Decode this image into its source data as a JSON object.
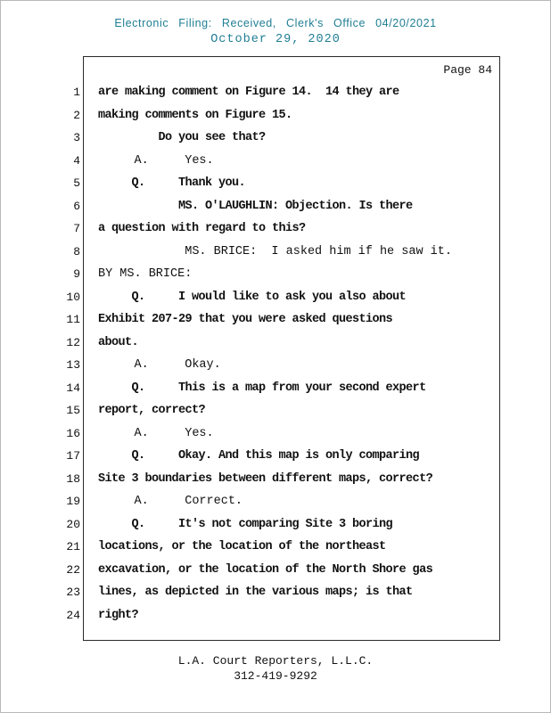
{
  "header": {
    "filing_line": "Electronic Filing: Received, Clerk's Office 04/20/2021",
    "date_line": "October 29, 2020",
    "accent_color": "#1f7e93"
  },
  "page": {
    "page_label": "Page 84"
  },
  "transcript": {
    "lines": [
      {
        "n": "1",
        "text": "are making comment on Figure 14.  14 they are",
        "bold": true
      },
      {
        "n": "2",
        "text": "making comments on Figure 15.",
        "bold": true
      },
      {
        "n": "3",
        "text": "         Do you see that?",
        "bold": true
      },
      {
        "n": "4",
        "text": "     A.     Yes.",
        "bold": false
      },
      {
        "n": "5",
        "text": "     Q.     Thank you.",
        "bold": true
      },
      {
        "n": "6",
        "text": "            MS. O'LAUGHLIN: Objection. Is there",
        "bold": true
      },
      {
        "n": "7",
        "text": "a question with regard to this?",
        "bold": true
      },
      {
        "n": "8",
        "text": "            MS. BRICE:  I asked him if he saw it.",
        "bold": false
      },
      {
        "n": "9",
        "text": "BY MS. BRICE:",
        "bold": false
      },
      {
        "n": "10",
        "text": "     Q.     I would like to ask you also about",
        "bold": true
      },
      {
        "n": "11",
        "text": "Exhibit 207-29 that you were asked questions",
        "bold": true
      },
      {
        "n": "12",
        "text": "about.",
        "bold": true
      },
      {
        "n": "13",
        "text": "     A.     Okay.",
        "bold": false
      },
      {
        "n": "14",
        "text": "     Q.     This is a map from your second expert",
        "bold": true
      },
      {
        "n": "15",
        "text": "report, correct?",
        "bold": true
      },
      {
        "n": "16",
        "text": "     A.     Yes.",
        "bold": false
      },
      {
        "n": "17",
        "text": "     Q.     Okay. And this map is only comparing",
        "bold": true
      },
      {
        "n": "18",
        "text": "Site 3 boundaries between different maps, correct?",
        "bold": true
      },
      {
        "n": "19",
        "text": "     A.     Correct.",
        "bold": false
      },
      {
        "n": "20",
        "text": "     Q.     It's not comparing Site 3 boring",
        "bold": true
      },
      {
        "n": "21",
        "text": "locations, or the location of the northeast",
        "bold": true
      },
      {
        "n": "22",
        "text": "excavation, or the location of the North Shore gas",
        "bold": true
      },
      {
        "n": "23",
        "text": "lines, as depicted in the various maps; is that",
        "bold": true
      },
      {
        "n": "24",
        "text": "right?",
        "bold": true
      }
    ]
  },
  "footer": {
    "company": "L.A. Court Reporters, L.L.C.",
    "phone": "312-419-9292"
  }
}
